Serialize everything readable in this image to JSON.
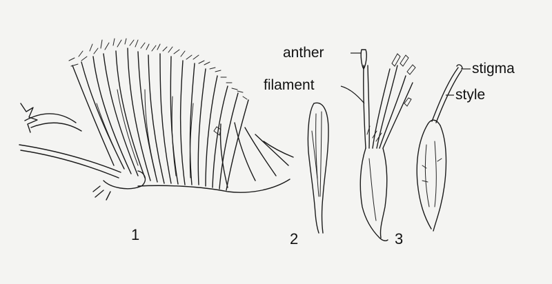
{
  "labels": {
    "anther": "anther",
    "filament": "filament",
    "stigma": "stigma",
    "style": "style"
  },
  "figure_numbers": {
    "one": "1",
    "two": "2",
    "three": "3"
  }
}
